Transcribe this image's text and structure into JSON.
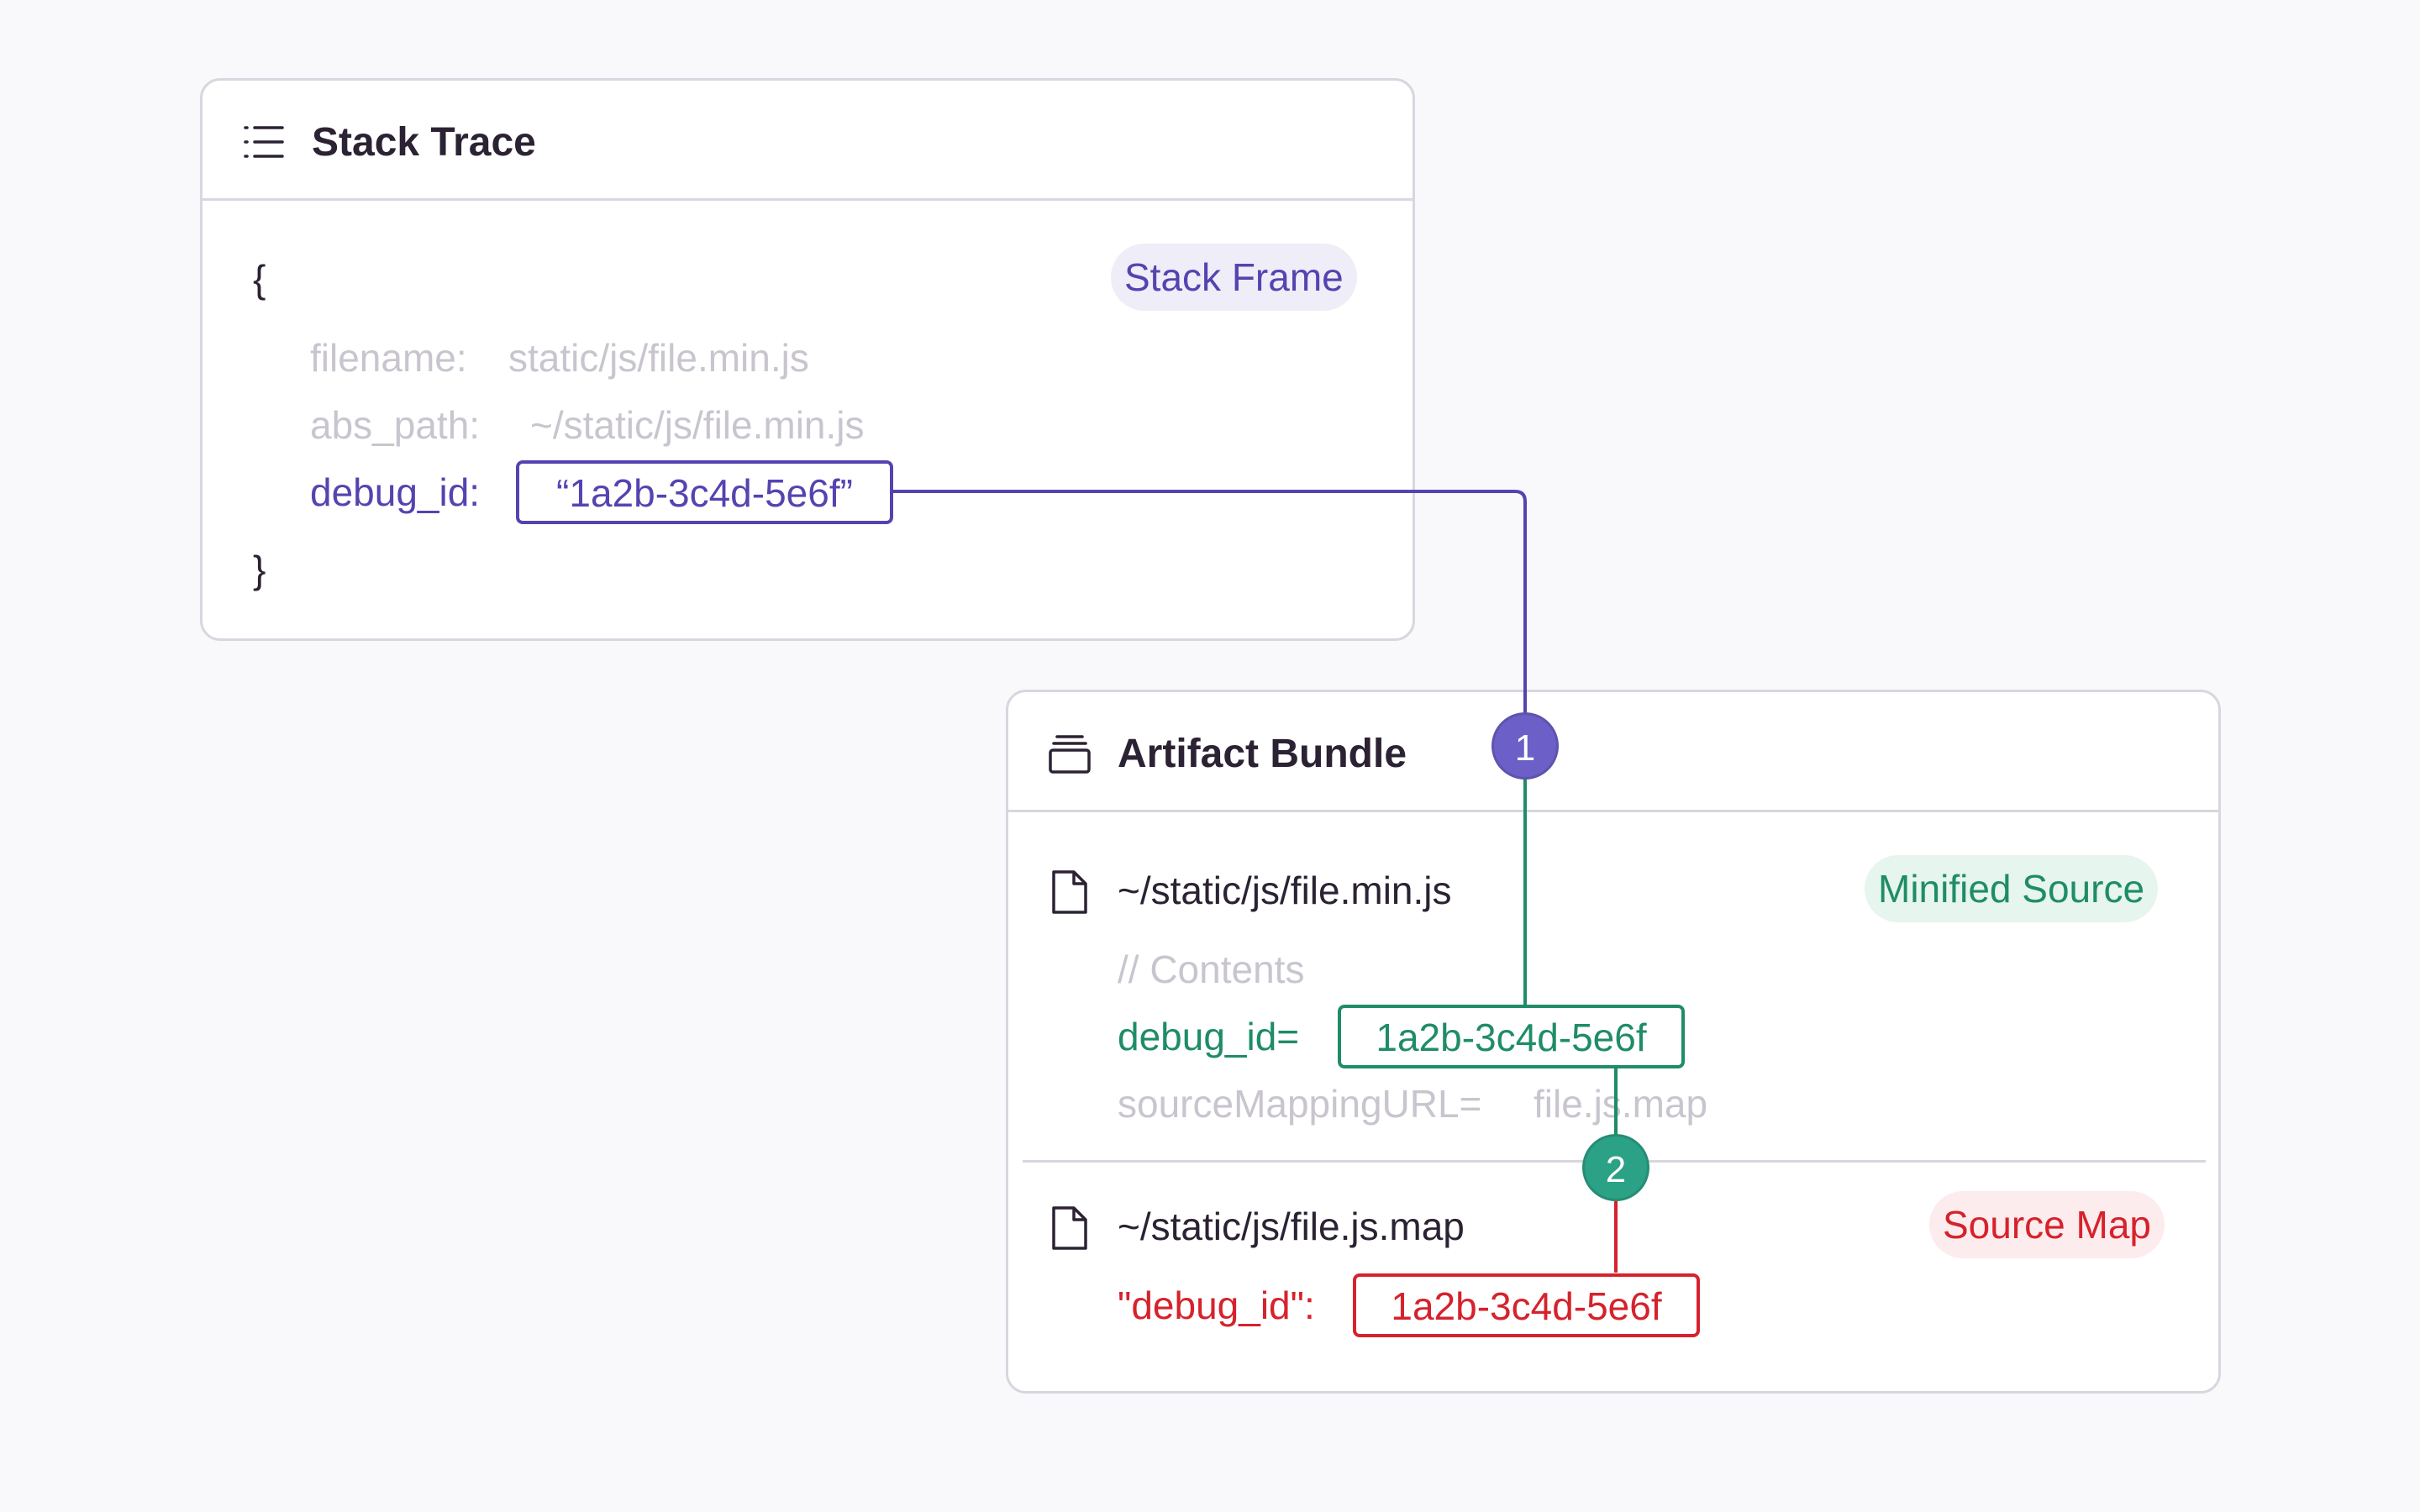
{
  "stack_trace": {
    "title": "Stack Trace",
    "icon": "list-icon",
    "tag": "Stack Frame",
    "open_brace": "{",
    "close_brace": "}",
    "fields": [
      {
        "key": "filename:",
        "value": "static/js/file.min.js"
      },
      {
        "key": "abs_path:",
        "value": "~/static/js/file.min.js"
      }
    ],
    "debug_id_key": "debug_id:",
    "debug_id_value": "“1a2b-3c4d-5e6f”"
  },
  "artifact_bundle": {
    "title": "Artifact Bundle",
    "icon": "archive-icon",
    "minified": {
      "icon": "file-icon",
      "path": "~/static/js/file.min.js",
      "tag": "Minified Source",
      "comment": "// Contents",
      "debug_id_key": "debug_id=",
      "debug_id_value": "1a2b-3c4d-5e6f",
      "source_mapping_key": "sourceMappingURL=",
      "source_mapping_value": "file.js.map"
    },
    "source_map": {
      "icon": "file-icon",
      "path": "~/static/js/file.js.map",
      "tag": "Source Map",
      "debug_id_key": "\"debug_id\":",
      "debug_id_value": "1a2b-3c4d-5e6f"
    }
  },
  "steps": [
    {
      "label": "1",
      "color": "#6c5fc7"
    },
    {
      "label": "2",
      "color": "#2ba185"
    }
  ],
  "colors": {
    "purple": "#5444b0",
    "green": "#1f8c68",
    "red": "#d6222c",
    "border": "#d9d6df",
    "muted": "#c9c5cf"
  }
}
